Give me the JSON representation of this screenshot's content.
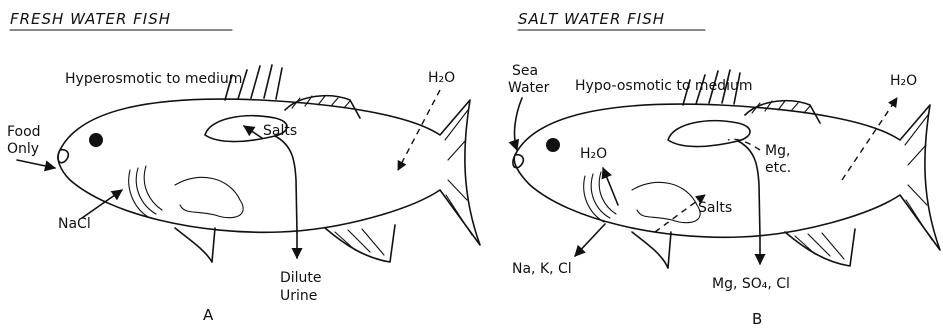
{
  "panel_a": {
    "title": "FRESH WATER FISH",
    "figure_label": "A",
    "osmotic_label": "Hyperosmotic to medium",
    "water_label": "H₂O",
    "food_label_1": "Food",
    "food_label_2": "Only",
    "salts_label": "Salts",
    "nacl_label": "NaCl",
    "urine_label_1": "Dilute",
    "urine_label_2": "Urine"
  },
  "panel_b": {
    "title": "SALT WATER FISH",
    "figure_label": "B",
    "osmotic_label": "Hypo-osmotic to medium",
    "water_label_out": "H₂O",
    "water_label_in": "H₂O",
    "sea_label_1": "Sea",
    "sea_label_2": "Water",
    "mg_label_1": "Mg,",
    "mg_label_2": "etc.",
    "salts_label": "Salts",
    "gill_label": "Na, K, Cl",
    "urine_label": "Mg, SO₄, Cl"
  }
}
